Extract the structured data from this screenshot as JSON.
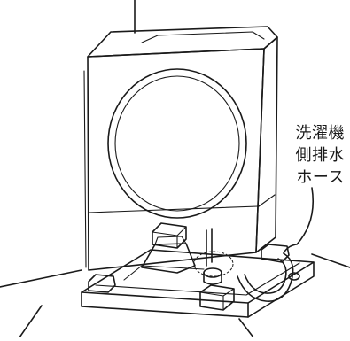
{
  "callout": {
    "lines": [
      "洗濯機",
      "側排水",
      "ホース"
    ]
  }
}
